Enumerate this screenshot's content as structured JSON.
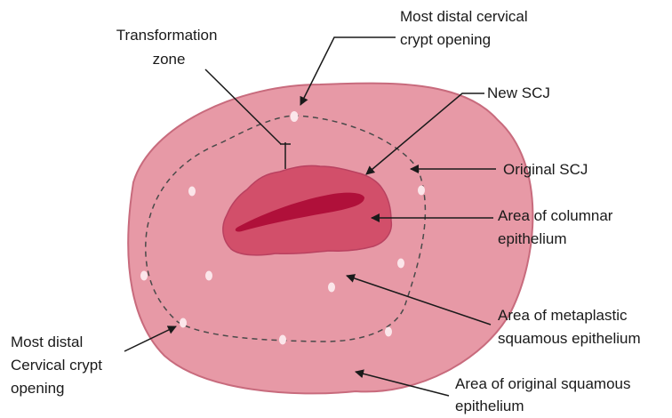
{
  "labels": {
    "transformation_zone": [
      "Transformation",
      "zone"
    ],
    "most_distal_crypt_top": [
      "Most distal cervical",
      "crypt opening"
    ],
    "new_scj": "New SCJ",
    "original_scj": "Original SCJ",
    "columnar_area": [
      "Area of columnar",
      "epithelium"
    ],
    "metaplastic_area": [
      "Area of metaplastic",
      "squamous epithelium"
    ],
    "most_distal_crypt_left": [
      "Most distal",
      "Cervical crypt",
      "opening"
    ],
    "original_squamous_area": [
      "Area of original squamous",
      "epithelium"
    ]
  },
  "colors": {
    "cervix_fill": "#e799a6",
    "cervix_outline": "#c86b7d",
    "columnar_fill": "#d24f6a",
    "os_fill": "#b0103a",
    "crypt_dot": "#fbe6ea",
    "line": "#1a1a1a"
  }
}
